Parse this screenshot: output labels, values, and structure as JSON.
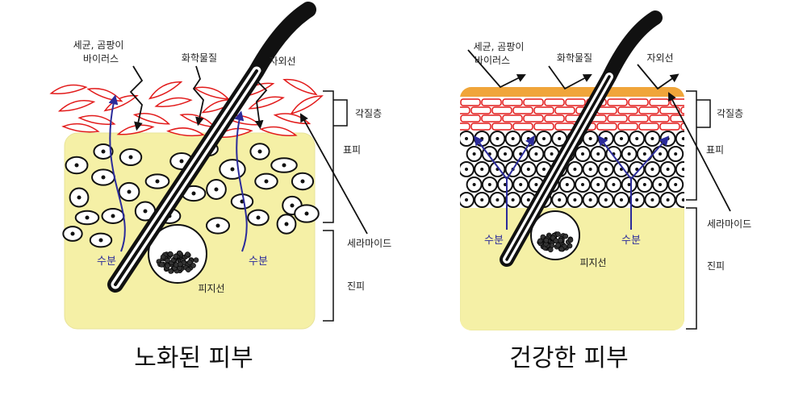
{
  "colors": {
    "skin": "#f5f0a6",
    "skin_edge": "#e8e39a",
    "cell_fill": "#ffffff",
    "cell_stroke": "#111111",
    "stratum_line": "#e21b1b",
    "sebum_band": "#f0a53a",
    "moisture_arrow": "#2b2b9a",
    "hair": "#111111"
  },
  "aged_skin": {
    "caption": "노화된 피부",
    "labels": {
      "pathogens_line1": "세균, 곰팡이",
      "pathogens_line2": "바이러스",
      "chemicals": "화학물질",
      "uv": "자외선",
      "stratum_corneum": "각질층",
      "epidermis": "표피",
      "ceramide": "세라마이드",
      "dermis": "진피",
      "moisture_left": "수분",
      "moisture_right": "수분",
      "sebaceous_gland": "피지선"
    }
  },
  "healthy_skin": {
    "caption": "건강한 피부",
    "labels": {
      "pathogens_line1": "세균, 곰팡이",
      "pathogens_line2": "바이러스",
      "chemicals": "화학물질",
      "uv": "자외선",
      "stratum_corneum": "각질층",
      "epidermis": "표피",
      "ceramide": "세라마이드",
      "dermis": "진피",
      "moisture_left": "수분",
      "moisture_right": "수분",
      "sebaceous_gland": "피지선"
    }
  }
}
